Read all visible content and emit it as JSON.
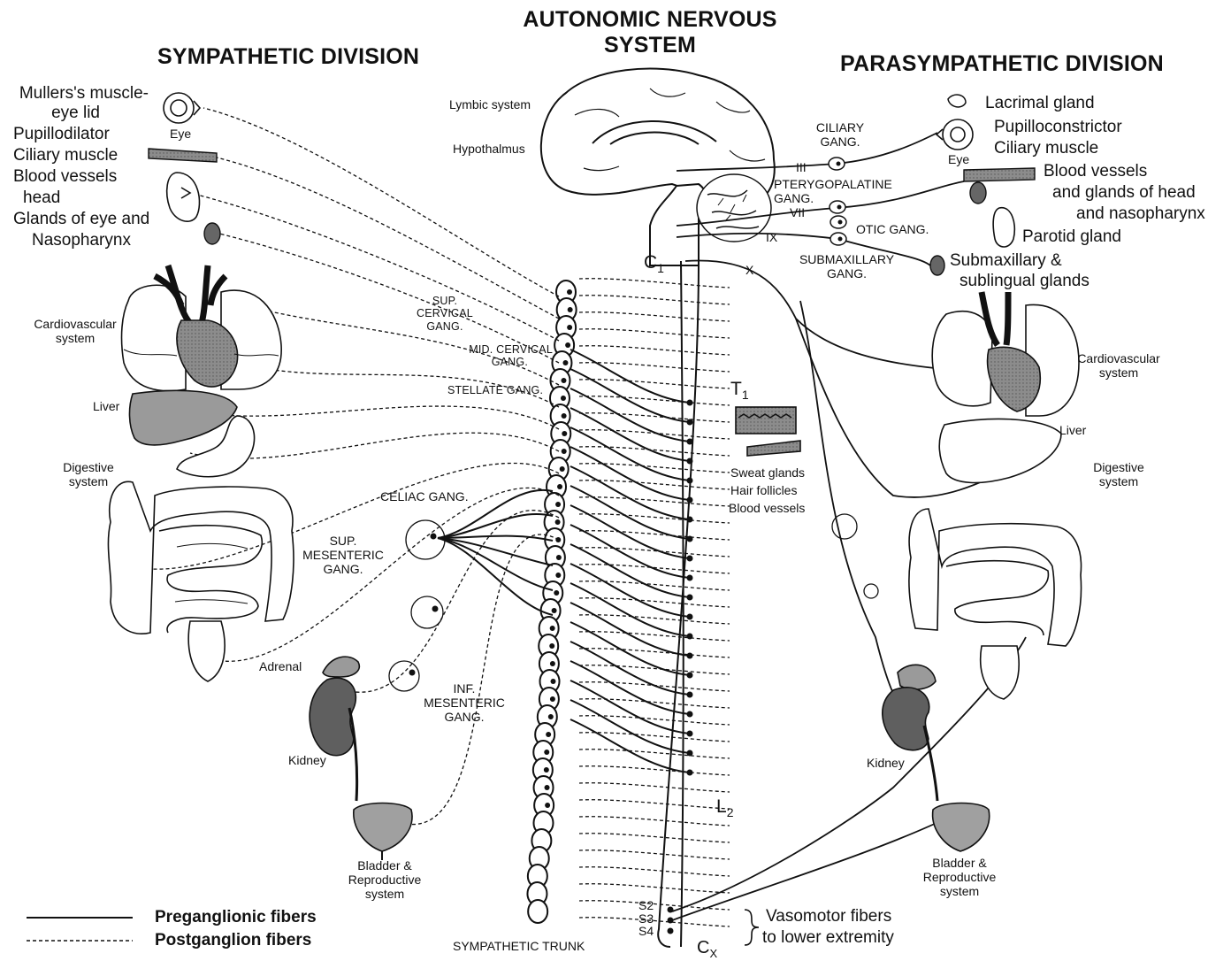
{
  "titles": {
    "main_line1": "AUTONOMIC NERVOUS",
    "main_line2": "SYSTEM",
    "sympathetic": "SYMPATHETIC DIVISION",
    "parasympathetic": "PARASYMPATHETIC DIVISION"
  },
  "sympathetic_targets": {
    "mullers_line1": "Mullers's muscle-",
    "mullers_line2": "eye lid",
    "pupillodilator": "Pupillodilator",
    "ciliary": "Ciliary muscle",
    "blood_vessels_line1": "Blood vessels",
    "blood_vessels_line2": "head",
    "glands_line1": "Glands of eye and",
    "glands_line2": "Nasopharynx",
    "eye": "Eye",
    "cardio_line1": "Cardiovascular",
    "cardio_line2": "system",
    "liver": "Liver",
    "digestive_line1": "Digestive",
    "digestive_line2": "system",
    "adrenal": "Adrenal",
    "kidney": "Kidney",
    "bladder_line1": "Bladder &",
    "bladder_line2": "Reproductive",
    "bladder_line3": "system"
  },
  "central": {
    "lymbic": "Lymbic system",
    "hypothalmus": "Hypothalmus",
    "c1": "C",
    "c1_sub": "1",
    "t1": "T",
    "t1_sub": "1",
    "l2": "L",
    "l2_sub": "2",
    "cx": "C",
    "cx_sub": "X",
    "s2": "S2",
    "s3": "S3",
    "s4": "S4",
    "sup_cervical_1": "SUP.",
    "sup_cervical_2": "CERVICAL",
    "sup_cervical_3": "GANG.",
    "mid_cervical_1": "MID. CERVICAL",
    "mid_cervical_2": "GANG.",
    "stellate": "STELLATE GANG.",
    "celiac": "CELIAC GANG.",
    "sup_mes_1": "SUP.",
    "sup_mes_2": "MESENTERIC",
    "sup_mes_3": "GANG.",
    "inf_mes_1": "INF.",
    "inf_mes_2": "MESENTERIC",
    "inf_mes_3": "GANG.",
    "sympathetic_trunk": "SYMPATHETIC TRUNK",
    "sweat": "Sweat glands",
    "hair": "Hair follicles",
    "blood": "Blood vessels",
    "vasomotor_1": "Vasomotor fibers",
    "vasomotor_2": "to lower extremity"
  },
  "parasympathetic_targets": {
    "ciliary_gang_1": "CILIARY",
    "ciliary_gang_2": "GANG.",
    "pterygo_1": "PTERYGOPALATINE",
    "pterygo_2": "GANG.",
    "otic": "OTIC GANG.",
    "submax_gang_1": "SUBMAXILLARY",
    "submax_gang_2": "GANG.",
    "cn3": "III",
    "cn7": "VII",
    "cn9": "IX",
    "cn10": "X",
    "lacrimal": "Lacrimal gland",
    "pupillo": "Pupilloconstrictor",
    "ciliary": "Ciliary muscle",
    "eye": "Eye",
    "bv_line1": "Blood vessels",
    "bv_line2": "and glands of head",
    "bv_line3": "and nasopharynx",
    "parotid": "Parotid gland",
    "submax_line1": "Submaxillary &",
    "submax_line2": "sublingual glands",
    "cardio_line1": "Cardiovascular",
    "cardio_line2": "system",
    "liver": "Liver",
    "digestive_line1": "Digestive",
    "digestive_line2": "system",
    "kidney": "Kidney",
    "bladder_line1": "Bladder &",
    "bladder_line2": "Reproductive",
    "bladder_line3": "system"
  },
  "legend": {
    "pre": "Preganglionic fibers",
    "post": "Postganglion fibers"
  },
  "colors": {
    "ink": "#111111",
    "organ_fill": "#a9a9a9",
    "organ_dark": "#5a5a5a",
    "organ_light": "#ffffff"
  }
}
